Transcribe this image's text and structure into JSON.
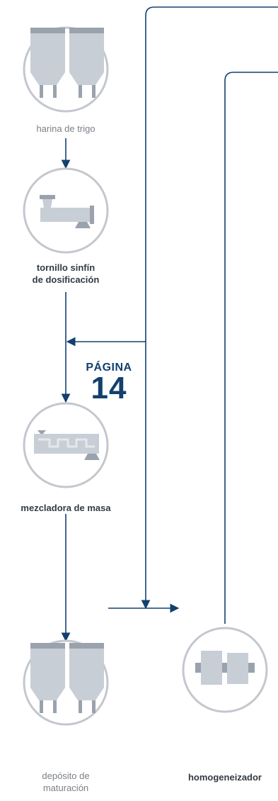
{
  "colors": {
    "line": "#13406e",
    "circle": "#c3c7ce",
    "machine": "#c8ced5",
    "machine_dark": "#9aa2ad",
    "page_ref": "#13406e"
  },
  "nodes": {
    "flour": {
      "label": "harina de trigo",
      "icon": "silo-icon"
    },
    "screw": {
      "label_line1": "tornillo sinfín",
      "label_line2": "de dosificación",
      "icon": "screw-conveyor-icon"
    },
    "mixer": {
      "label": "mezcladora de masa",
      "icon": "dough-mixer-icon"
    },
    "tank": {
      "label_line1": "depósito de",
      "label_line2": "maturación",
      "icon": "silo-icon"
    },
    "homogenizer": {
      "label": "homogeneizador",
      "icon": "homogenizer-icon"
    }
  },
  "page_ref": {
    "word": "PÁGINA",
    "number": "14"
  }
}
